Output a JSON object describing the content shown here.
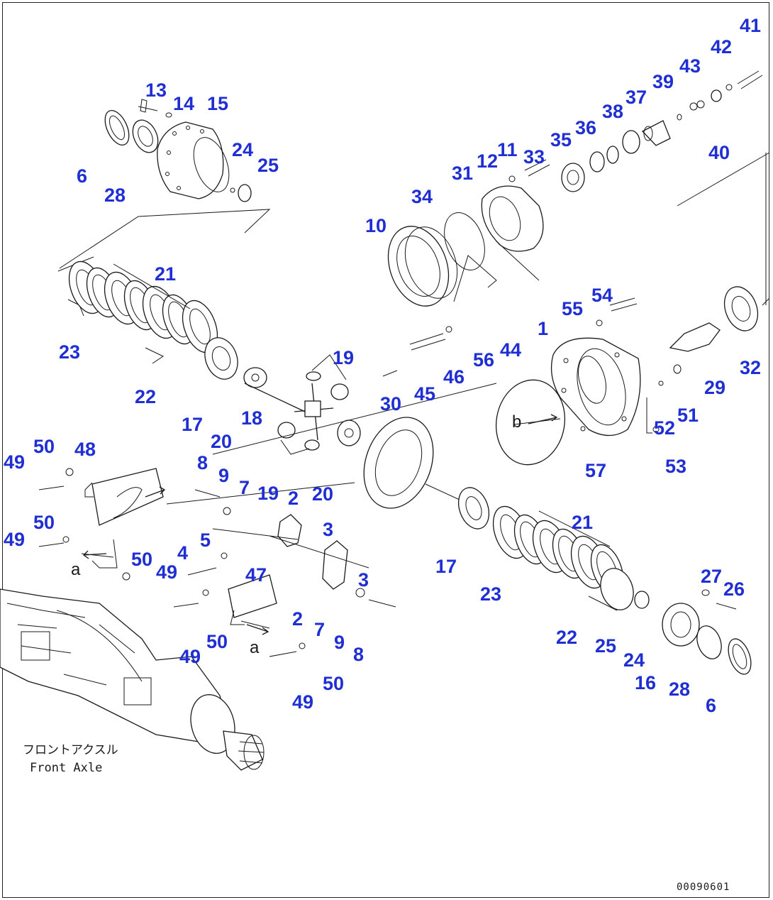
{
  "style": {
    "callout_color": "#1f2fd4",
    "line_color": "#1a1a1a",
    "background": "#ffffff"
  },
  "assembly_label": {
    "jp": "フロントアクスル",
    "en": "Front Axle"
  },
  "view_letters": [
    "a",
    "a",
    "b"
  ],
  "drawing_code": "00090601",
  "callouts": [
    "13",
    "14",
    "15",
    "6",
    "28",
    "24",
    "25",
    "21",
    "23",
    "22",
    "17",
    "18",
    "20",
    "19",
    "19",
    "20",
    "8",
    "9",
    "7",
    "2",
    "3",
    "4",
    "5",
    "47",
    "48",
    "49",
    "50",
    "49",
    "50",
    "50",
    "49",
    "49",
    "50",
    "50",
    "49",
    "2",
    "7",
    "9",
    "8",
    "3",
    "10",
    "34",
    "31",
    "12",
    "11",
    "33",
    "35",
    "36",
    "38",
    "37",
    "39",
    "43",
    "42",
    "41",
    "40",
    "54",
    "55",
    "1",
    "44",
    "45",
    "46",
    "56",
    "30",
    "29",
    "32",
    "51",
    "52",
    "53",
    "57",
    "17",
    "21",
    "23",
    "22",
    "25",
    "24",
    "16",
    "28",
    "6",
    "27",
    "26"
  ]
}
